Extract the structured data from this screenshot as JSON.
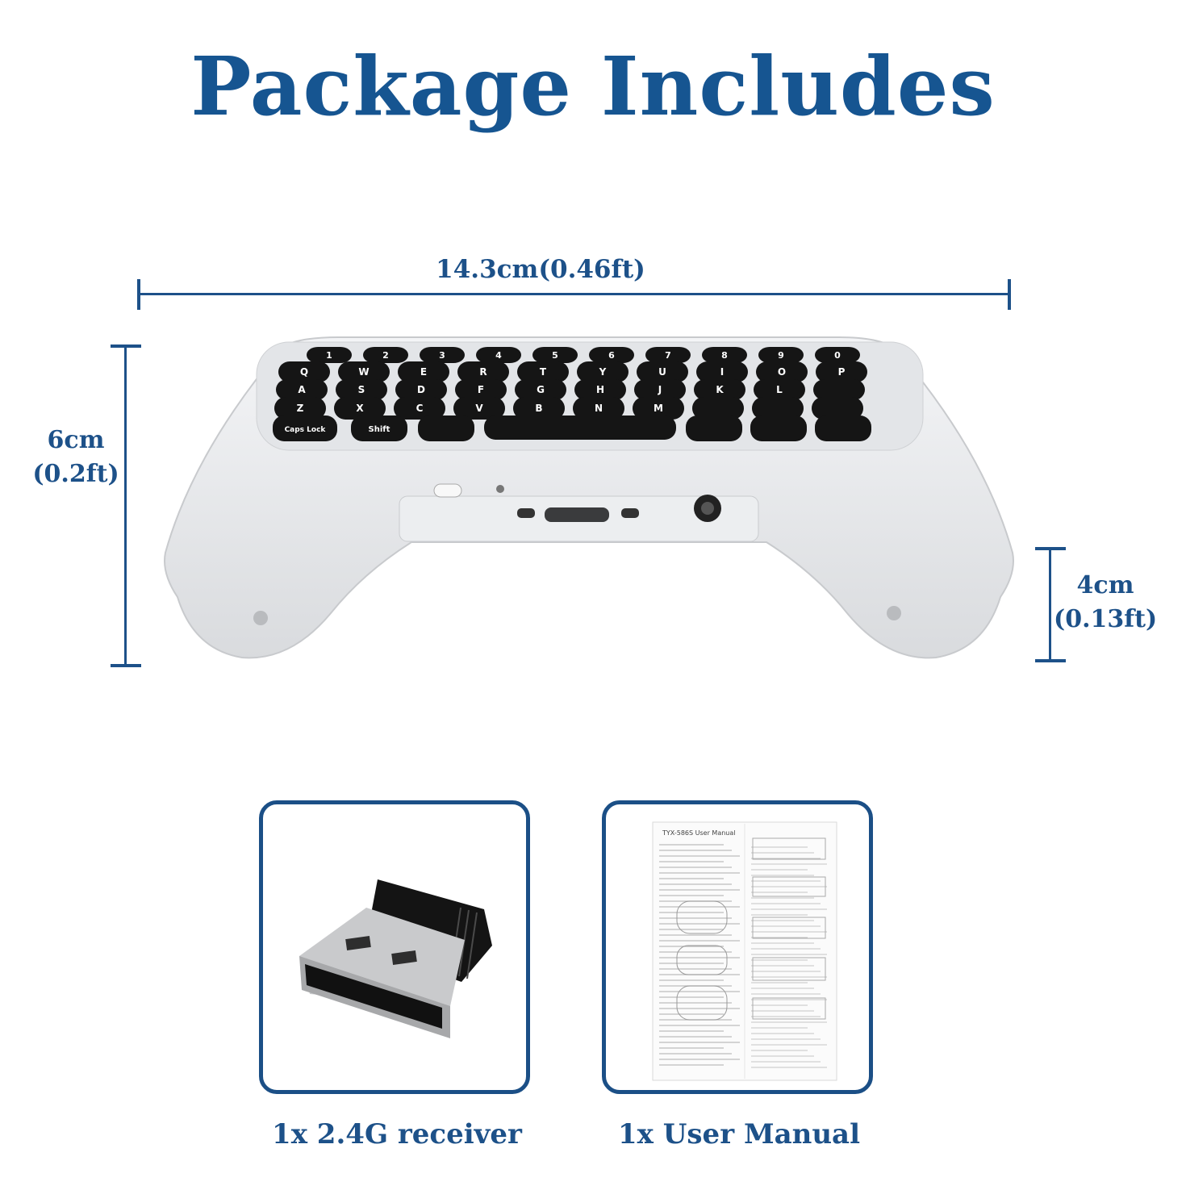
{
  "title": "Package Includes",
  "dimensions": {
    "width": "14.3cm(0.46ft)",
    "height_cm": "6cm",
    "height_ft": "(0.2ft)",
    "grip_cm": "4cm",
    "grip_ft": "(0.13ft)"
  },
  "keyboard": {
    "number_row": [
      "1",
      "2",
      "3",
      "4",
      "5",
      "6",
      "7",
      "8",
      "9",
      "0"
    ],
    "row_q": [
      "Q",
      "W",
      "E",
      "R",
      "T",
      "Y",
      "U",
      "I",
      "O",
      "P"
    ],
    "row_a": [
      "A",
      "S",
      "D",
      "F",
      "G",
      "H",
      "J",
      "K",
      "L"
    ],
    "row_z": [
      "Z",
      "X",
      "C",
      "V",
      "B",
      "N",
      "M"
    ],
    "caps": "Caps Lock",
    "shift": "Shift"
  },
  "items": [
    {
      "icon": "usb-receiver-icon",
      "caption": "1x 2.4G receiver"
    },
    {
      "icon": "user-manual-icon",
      "caption": "1x User Manual",
      "manual_title": "TYX-586S    User Manual"
    }
  ],
  "colors": {
    "accent": "#1d5189",
    "device": "#e8e9eb",
    "keys": "#151515"
  }
}
